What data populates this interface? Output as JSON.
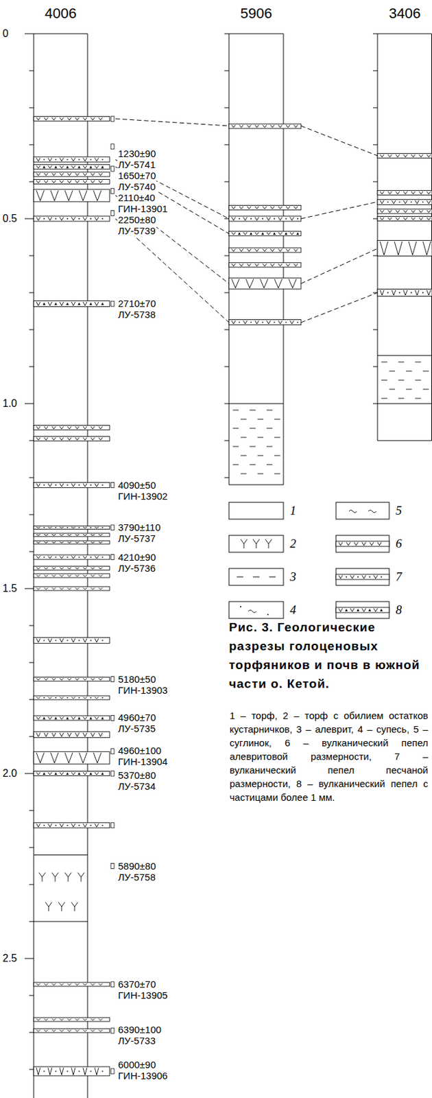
{
  "diagram": {
    "caption": "Рис. 3. Геологические разрезы голоценовых торфяников и почв в южной части о. Кетой.",
    "nodes": [
      {
        "text": [
          "4006"
        ]
      },
      {
        "text": [
          "5906"
        ]
      },
      {
        "text": [
          "3406"
        ]
      }
    ],
    "edges": [
      {
        "from": 0,
        "to": 1,
        "arrow": "none"
      },
      {
        "from": 0,
        "to": 1,
        "arrow": "none"
      },
      {
        "from": 0,
        "to": 1,
        "arrow": "none"
      },
      {
        "from": 0,
        "to": 1,
        "arrow": "none"
      },
      {
        "from": 0,
        "to": 1,
        "arrow": "none"
      },
      {
        "from": 1,
        "to": 2,
        "arrow": "none"
      },
      {
        "from": 1,
        "to": 2,
        "arrow": "none"
      },
      {
        "from": 1,
        "to": 2,
        "arrow": "none"
      },
      {
        "from": 1,
        "to": 2,
        "arrow": "none"
      }
    ],
    "labels": [
      "0",
      "0.5",
      "1.0",
      "1.5",
      "2.0",
      "2.5",
      "1230±90",
      "ЛУ-5741",
      "1650±70",
      "ЛУ-5740",
      "2110±40",
      "ГИН-13901",
      "2250±80",
      "ЛУ-5739",
      "2710±70",
      "ЛУ-5738",
      "4090±50",
      "ГИН-13902",
      "3790±110",
      "ЛУ-5737",
      "4210±90",
      "ЛУ-5736",
      "5180±50",
      "ГИН-13903",
      "4960±70",
      "ЛУ-5735",
      "4960±100",
      "ГИН-13904",
      "5370±80",
      "ЛУ-5734",
      "5890±80",
      "ЛУ-5758",
      "6370±70",
      "ГИН-13905",
      "6390±100",
      "ЛУ-5733",
      "6000±90",
      "ГИН-13906",
      "1 – торф, 2 – торф с обилием остатков кустарничков, 3 – алеврит, 4 – супесь, 5 – суглинок, 6 – вулканический пепел алевритовой размерности, 7 – вулканический пепел песчаной размерности, 8 – вулканический пепел с частицами более 1 мм."
    ],
    "legend": [
      {
        "text": "1"
      },
      {
        "text": "2"
      },
      {
        "text": "3"
      },
      {
        "text": "4"
      },
      {
        "text": "5"
      },
      {
        "text": "6"
      },
      {
        "text": "7"
      },
      {
        "text": "8"
      }
    ]
  }
}
